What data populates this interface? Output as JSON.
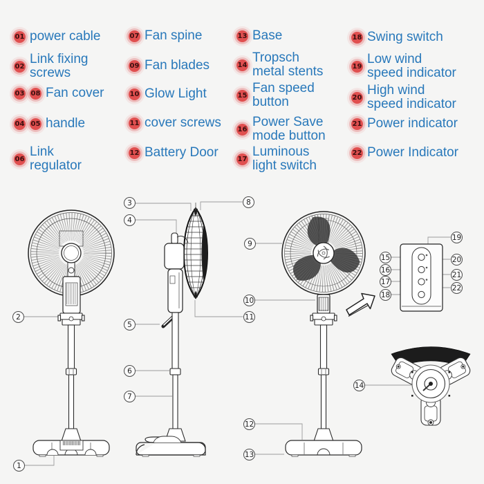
{
  "page": {
    "background": "#f5f5f4"
  },
  "legend": {
    "text_color": "#2878ba",
    "badge_bg": "#e04f4f",
    "badge_halo": "#f0bcbc",
    "badge_text_color": "#3c0f0f",
    "columns": [
      {
        "items": [
          {
            "badges": [
              "01"
            ],
            "label": "power cable"
          },
          {
            "badges": [
              "02"
            ],
            "label": "Link fixing\nscrews"
          },
          {
            "badges": [
              "03",
              "08"
            ],
            "label": "Fan cover"
          },
          {
            "badges": [
              "04",
              "05"
            ],
            "label": "handle"
          },
          {
            "badges": [
              "06"
            ],
            "label": "Link\nregulator"
          }
        ]
      },
      {
        "items": [
          {
            "badges": [
              "07"
            ],
            "label": "Fan spine"
          },
          {
            "badges": [
              "09"
            ],
            "label": "Fan blades"
          },
          {
            "badges": [
              "10"
            ],
            "label": "Glow Light"
          },
          {
            "badges": [
              "11"
            ],
            "label": "cover screws"
          },
          {
            "badges": [
              "12"
            ],
            "label": "Battery Door"
          }
        ]
      },
      {
        "items": [
          {
            "badges": [
              "13"
            ],
            "label": "Base"
          },
          {
            "badges": [
              "14"
            ],
            "label": "Tropsch\nmetal stents"
          },
          {
            "badges": [
              "15"
            ],
            "label": "Fan speed\nbutton"
          },
          {
            "badges": [
              "16"
            ],
            "label": "Power Save\nmode button"
          },
          {
            "badges": [
              "17"
            ],
            "label": "Luminous\nlight switch"
          }
        ]
      },
      {
        "items": [
          {
            "badges": [
              "18"
            ],
            "label": "Swing switch"
          },
          {
            "badges": [
              "19"
            ],
            "label": "Low wind\nspeed indicator"
          },
          {
            "badges": [
              "20"
            ],
            "label": "High wind\nspeed indicator"
          },
          {
            "badges": [
              "21"
            ],
            "label": "Power indicator"
          },
          {
            "badges": [
              "22"
            ],
            "label": "Power Indicator"
          }
        ]
      }
    ]
  },
  "diagram": {
    "line_color": "#2b2b2b",
    "leader_color": "#9b9b9b",
    "callouts": {
      "c1": "1",
      "c2": "2",
      "c3": "3",
      "c4": "4",
      "c5": "5",
      "c6": "6",
      "c7": "7",
      "c8": "8",
      "c9": "9",
      "c10": "10",
      "c11": "11",
      "c12": "12",
      "c13": "13",
      "c14": "14",
      "c15": "15",
      "c16": "16",
      "c17": "17",
      "c18": "18",
      "c19": "19",
      "c20": "20",
      "c21": "21",
      "c22": "22"
    }
  }
}
